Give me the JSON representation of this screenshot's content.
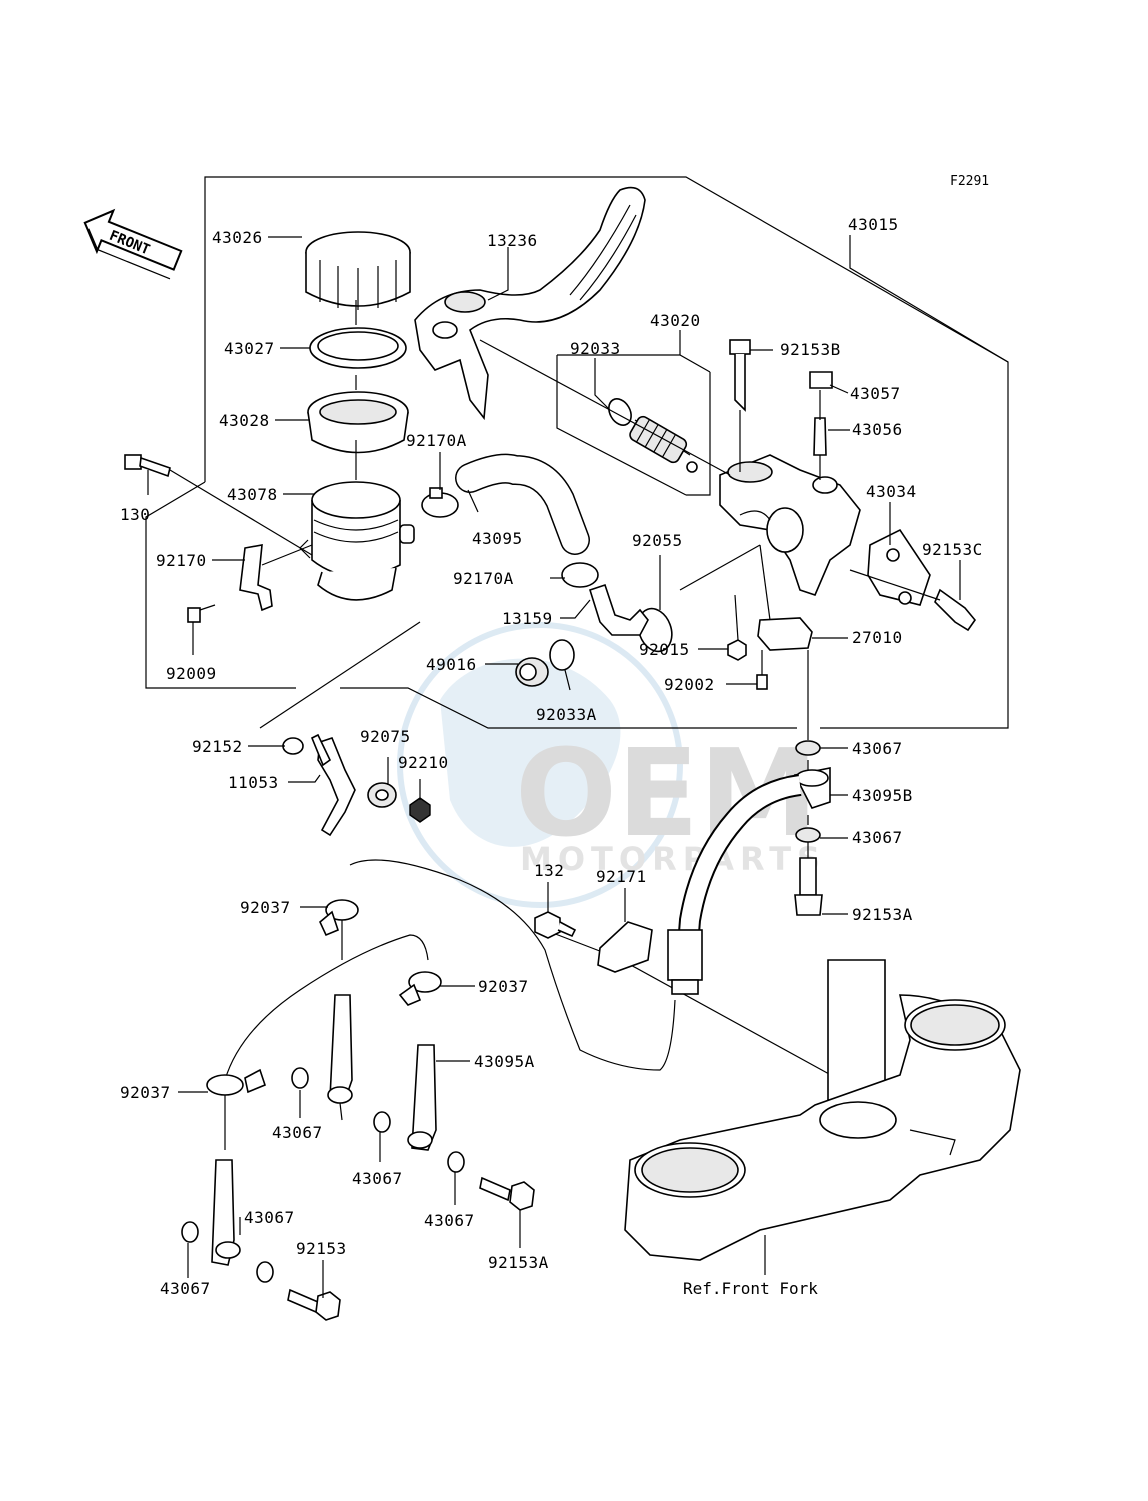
{
  "figure_code": "F2291",
  "front_label": "FRONT",
  "watermark": {
    "brand": "OEM",
    "sub": "MOTORPARTS"
  },
  "reference_note": "Ref.Front Fork",
  "callouts": [
    {
      "id": "c43015",
      "text": "43015"
    },
    {
      "id": "c13236",
      "text": "13236"
    },
    {
      "id": "c43026",
      "text": "43026"
    },
    {
      "id": "c43027",
      "text": "43027"
    },
    {
      "id": "c43020",
      "text": "43020"
    },
    {
      "id": "c92033",
      "text": "92033"
    },
    {
      "id": "c92153B",
      "text": "92153B"
    },
    {
      "id": "c43057",
      "text": "43057"
    },
    {
      "id": "c43028",
      "text": "43028"
    },
    {
      "id": "c92170A_1",
      "text": "92170A"
    },
    {
      "id": "c43056",
      "text": "43056"
    },
    {
      "id": "c130",
      "text": "130"
    },
    {
      "id": "c43078",
      "text": "43078"
    },
    {
      "id": "c43034",
      "text": "43034"
    },
    {
      "id": "c43095",
      "text": "43095"
    },
    {
      "id": "c92055",
      "text": "92055"
    },
    {
      "id": "c92153C",
      "text": "92153C"
    },
    {
      "id": "c92170",
      "text": "92170"
    },
    {
      "id": "c92170A_2",
      "text": "92170A"
    },
    {
      "id": "c13159",
      "text": "13159"
    },
    {
      "id": "c92015",
      "text": "92015"
    },
    {
      "id": "c27010",
      "text": "27010"
    },
    {
      "id": "c92009",
      "text": "92009"
    },
    {
      "id": "c49016",
      "text": "49016"
    },
    {
      "id": "c92002",
      "text": "92002"
    },
    {
      "id": "c92033A",
      "text": "92033A"
    },
    {
      "id": "c92152",
      "text": "92152"
    },
    {
      "id": "c92075",
      "text": "92075"
    },
    {
      "id": "c43067_a",
      "text": "43067"
    },
    {
      "id": "c92210",
      "text": "92210"
    },
    {
      "id": "c11053",
      "text": "11053"
    },
    {
      "id": "c43095B",
      "text": "43095B"
    },
    {
      "id": "c43067_b",
      "text": "43067"
    },
    {
      "id": "c132",
      "text": "132"
    },
    {
      "id": "c92171",
      "text": "92171"
    },
    {
      "id": "c92037_1",
      "text": "92037"
    },
    {
      "id": "c92153A_1",
      "text": "92153A"
    },
    {
      "id": "c92037_2",
      "text": "92037"
    },
    {
      "id": "c43095A",
      "text": "43095A"
    },
    {
      "id": "c92037_3",
      "text": "92037"
    },
    {
      "id": "c43067_c",
      "text": "43067"
    },
    {
      "id": "c43067_d",
      "text": "43067"
    },
    {
      "id": "c43067_e",
      "text": "43067"
    },
    {
      "id": "c43067_f",
      "text": "43067"
    },
    {
      "id": "c92153",
      "text": "92153"
    },
    {
      "id": "c92153A_2",
      "text": "92153A"
    },
    {
      "id": "c43067_g",
      "text": "43067"
    }
  ]
}
